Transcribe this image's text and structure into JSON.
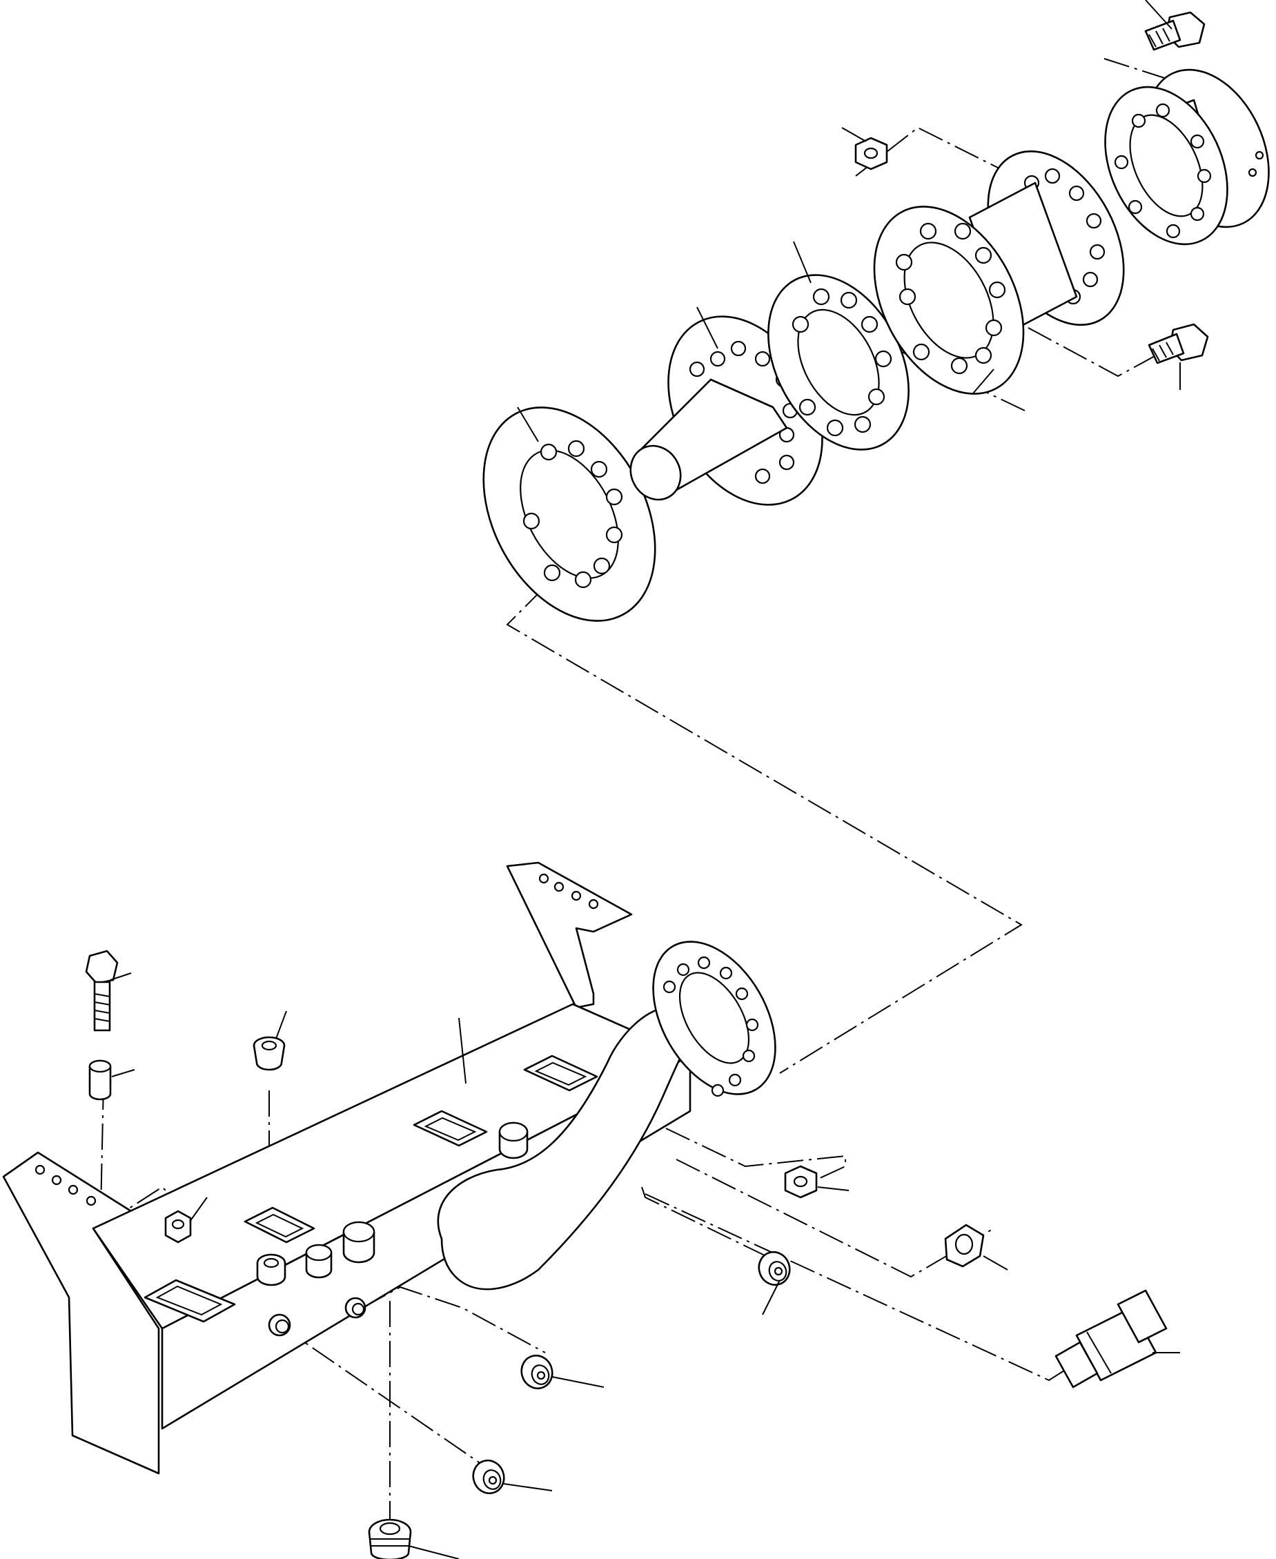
{
  "diagram": {
    "kind": "exploded-parts-view",
    "background_color": "#ffffff",
    "line_color": "#000000",
    "shading_color": "#d8d8d8",
    "labels": []
  },
  "components": [
    {
      "name": "axle-beam-housing",
      "icon": "axle-beam"
    },
    {
      "name": "axle-flange",
      "icon": "bolt-circle-flange"
    },
    {
      "name": "end-gasket",
      "icon": "ring-gasket"
    },
    {
      "name": "tapered-cone-flange",
      "icon": "cone-flange"
    },
    {
      "name": "mid-gasket",
      "icon": "ring-gasket"
    },
    {
      "name": "spacer-pipe",
      "icon": "double-flange-pipe"
    },
    {
      "name": "end-adapter-flange",
      "icon": "adapter-flange"
    },
    {
      "name": "hex-bolt",
      "icon": "hex-bolt"
    },
    {
      "name": "hex-nut",
      "icon": "hex-nut"
    },
    {
      "name": "spacer-bushing",
      "icon": "bushing"
    },
    {
      "name": "plug",
      "icon": "threaded-plug"
    },
    {
      "name": "quick-coupler",
      "icon": "hydraulic-coupler"
    }
  ]
}
